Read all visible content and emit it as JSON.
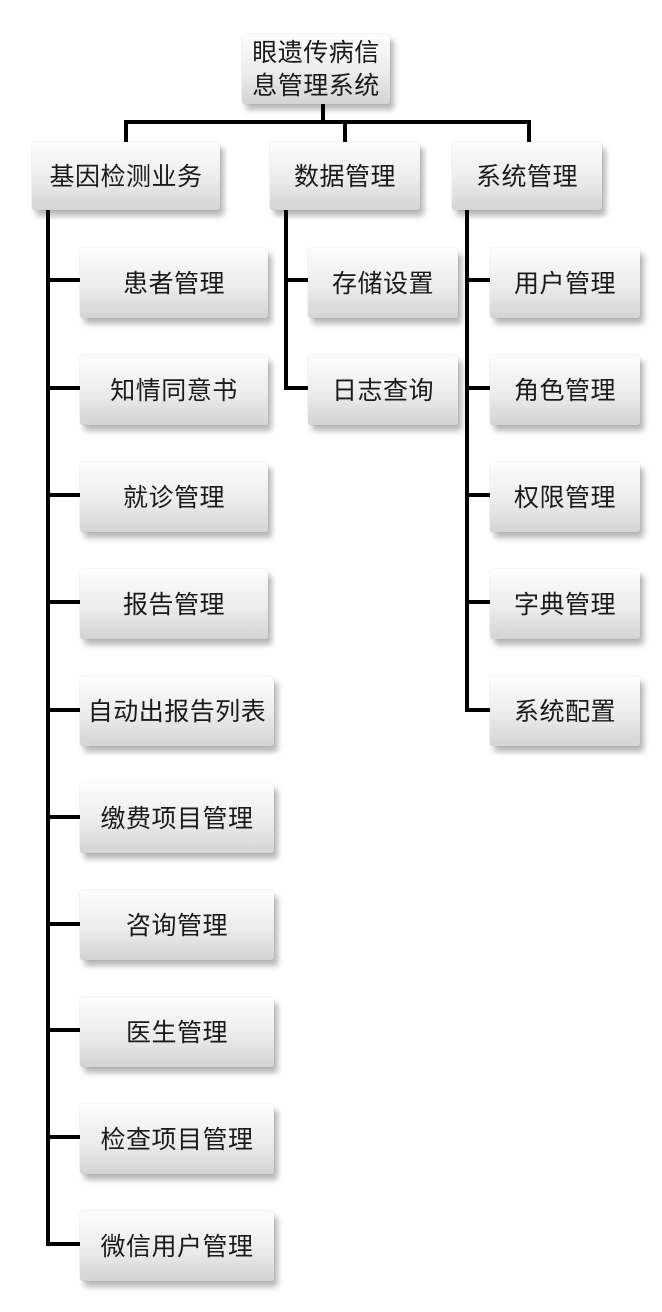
{
  "root": {
    "label": "眼遗传病信息管理系统"
  },
  "branches": [
    {
      "label": "基因检测业务",
      "children": [
        "患者管理",
        "知情同意书",
        "就诊管理",
        "报告管理",
        "自动出报告列表",
        "缴费项目管理",
        "咨询管理",
        "医生管理",
        "检查项目管理",
        "微信用户管理"
      ]
    },
    {
      "label": "数据管理",
      "children": [
        "存储设置",
        "日志查询"
      ]
    },
    {
      "label": "系统管理",
      "children": [
        "用户管理",
        "角色管理",
        "权限管理",
        "字典管理",
        "系统配置"
      ]
    }
  ],
  "colors": {
    "line": "#000000",
    "text": "#1a1a1a",
    "box_top": "#fdfdfd",
    "box_bottom": "#d4d4d4"
  }
}
